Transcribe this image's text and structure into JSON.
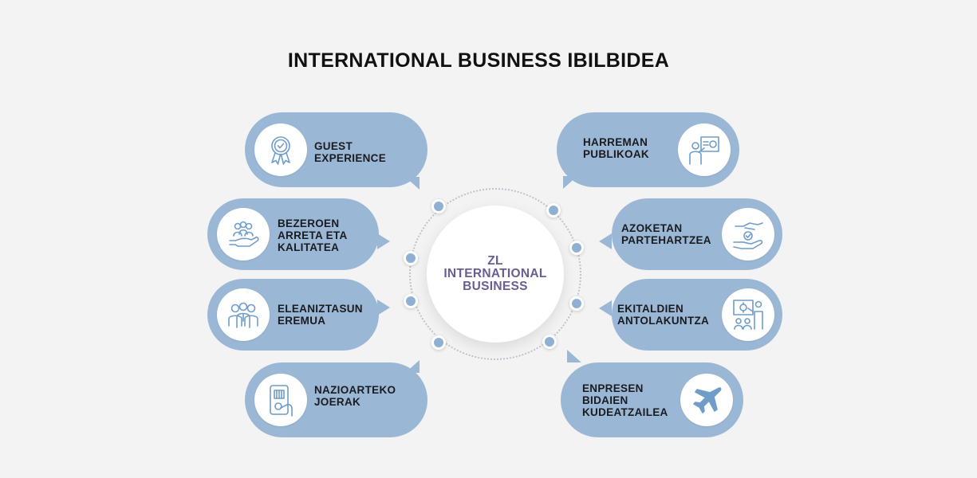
{
  "title": "INTERNATIONAL BUSINESS IBILBIDEA",
  "center": {
    "label": "ZL\nINTERNATIONAL\nBUSINESS"
  },
  "colors": {
    "bubble": "#9ab8d6",
    "center_text": "#6a5d92",
    "icon_stroke": "#6f9cc9",
    "background": "#f3f3f4"
  },
  "left_items": [
    {
      "label": "GUEST\nEXPERIENCE",
      "icon": "award-ribbon-icon"
    },
    {
      "label": "BEZEROEN\nARRETA ETA\nKALITATEA",
      "icon": "customers-hand-icon"
    },
    {
      "label": "ELEANIZTASUN\nEREMUA",
      "icon": "people-group-icon"
    },
    {
      "label": "NAZIOARTEKO\nJOERAK",
      "icon": "tablet-touch-icon"
    }
  ],
  "right_items": [
    {
      "label": "HARREMAN\nPUBLIKOAK",
      "icon": "presentation-icon"
    },
    {
      "label": "AZOKETAN\nPARTEHARTZEA",
      "icon": "handshake-check-icon"
    },
    {
      "label": "EKITALDIEN\nANTOLAKUNTZA",
      "icon": "event-training-icon"
    },
    {
      "label": "ENPRESEN\nBIDAIEN\nKUDEATZAILEA",
      "icon": "airplane-icon"
    }
  ]
}
